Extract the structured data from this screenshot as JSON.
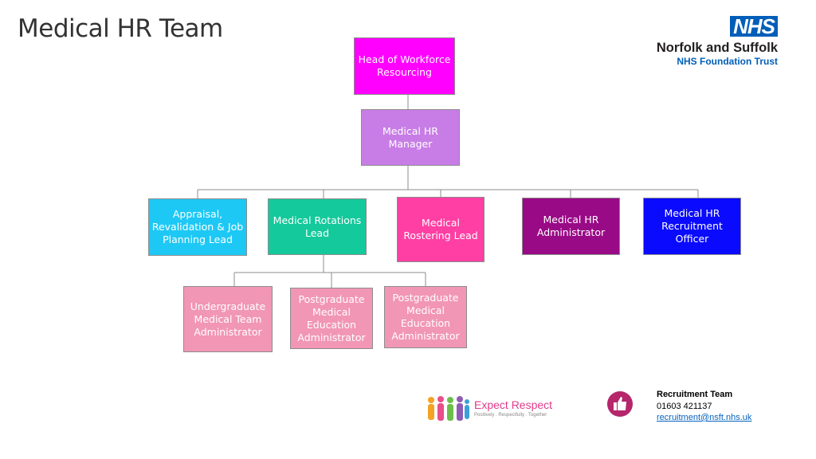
{
  "title": "Medical HR Team",
  "logo": {
    "mark": "NHS",
    "org_line1": "Norfolk and Suffolk",
    "org_line2": "NHS Foundation Trust"
  },
  "nodes": {
    "head": {
      "label": "Head of Workforce\nResourcing",
      "color": "#ff00ff"
    },
    "manager": {
      "label": "Medical HR\nManager",
      "color": "#c87de6"
    },
    "appraisal": {
      "label": "Appraisal,\nRevalidation & Job\nPlanning Lead",
      "color": "#1ec8f5"
    },
    "rotations": {
      "label": "Medical Rotations\nLead",
      "color": "#14c99b"
    },
    "rostering": {
      "label": "Medical\nRostering Lead",
      "color": "#ff3fa3"
    },
    "administrator": {
      "label": "Medical HR\nAdministrator",
      "color": "#990a86"
    },
    "recruitment": {
      "label": "Medical HR\nRecruitment Officer",
      "color": "#0a0aff"
    },
    "undergrad": {
      "label": "Undergraduate\nMedical Team\nAdministrator",
      "color": "#f296b5"
    },
    "postgrad1": {
      "label": "Postgraduate\nMedical\nEducation\nAdministrator",
      "color": "#f296b5"
    },
    "postgrad2": {
      "label": "Postgraduate\nMedical\nEducation\nAdministrator",
      "color": "#f296b5"
    }
  },
  "footer": {
    "expect_respect": "Expect Respect",
    "expect_tagline": "Positively . Respectfully . Together",
    "contact_title": "Recruitment Team",
    "contact_phone": "01603 421137",
    "contact_email": "recruitment@nsft.nhs.uk"
  }
}
